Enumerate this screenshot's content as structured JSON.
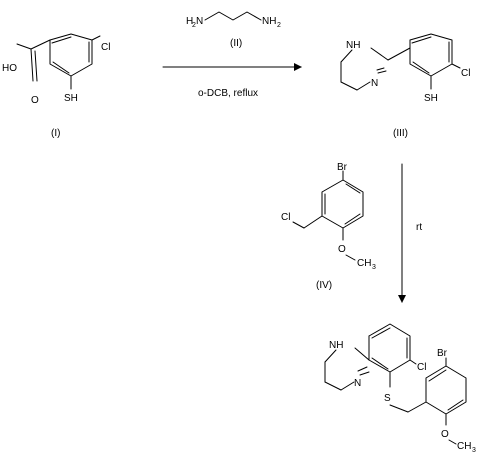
{
  "compounds": {
    "I": {
      "label": "(I)",
      "atoms": {
        "carboxyl_oxygen": "HO",
        "carbonyl_oxygen": "O",
        "chloro": "Cl",
        "thiol": "SH"
      }
    },
    "II": {
      "label": "(II)",
      "atoms": {
        "amine_left": "H",
        "amine_left_sub": "2",
        "amine_left_n": "N",
        "amine_right": "NH",
        "amine_right_sub": "2"
      }
    },
    "III": {
      "label": "(III)",
      "atoms": {
        "ring_nh": "NH",
        "ring_n": "N",
        "chloro": "Cl",
        "thiol": "SH"
      }
    },
    "IV": {
      "label": "(IV)",
      "atoms": {
        "bromo": "Br",
        "chloro": "Cl",
        "oxygen": "O",
        "methyl": "CH",
        "methyl_sub": "3"
      }
    },
    "V": {
      "atoms": {
        "ring_nh": "NH",
        "ring_n": "N",
        "chloro": "Cl",
        "bromo": "Br",
        "sulfur": "S",
        "oxygen": "O",
        "methyl": "CH",
        "methyl_sub": "3"
      }
    }
  },
  "reactions": {
    "step1_conditions": "o-DCB, reflux",
    "step2_conditions": "rt"
  }
}
